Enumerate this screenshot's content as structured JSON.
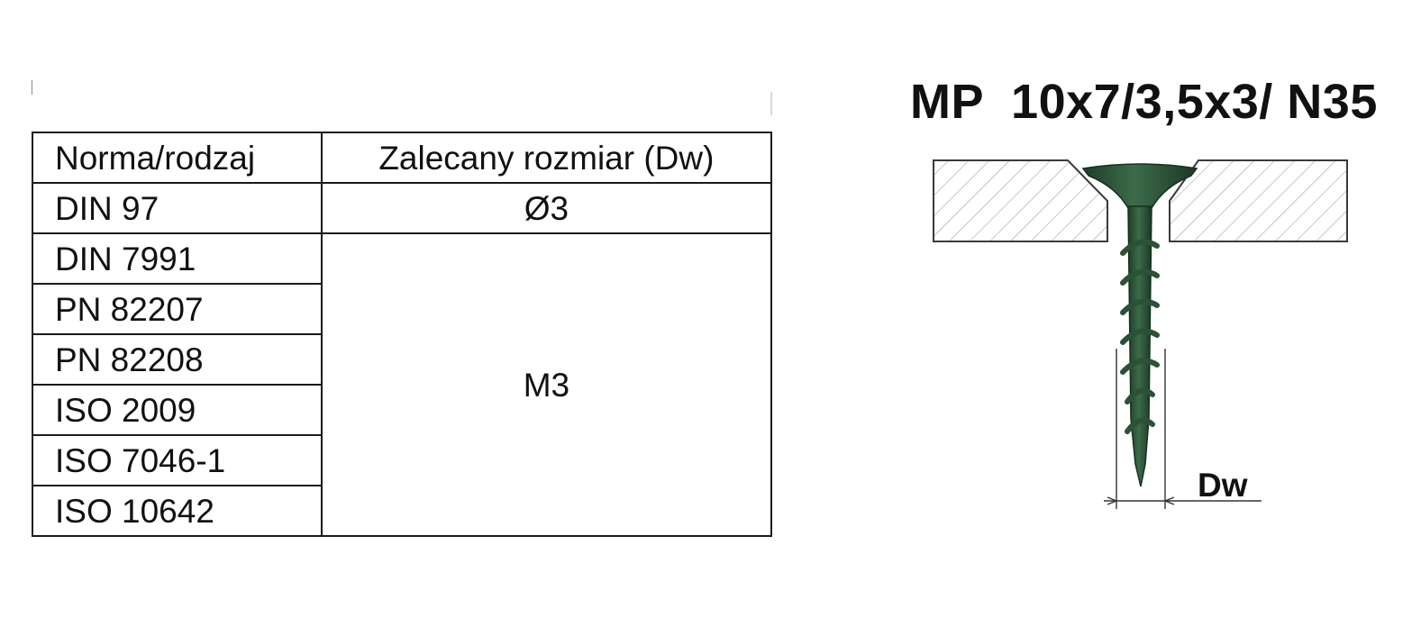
{
  "table": {
    "headers": [
      "Norma/rodzaj",
      "Zalecany rozmiar (Dw)"
    ],
    "rows": [
      {
        "norm": "DIN 97",
        "size": "Ø3"
      },
      {
        "norm": "DIN 7991",
        "size": "M3"
      },
      {
        "norm": "PN 82207",
        "size": "M3"
      },
      {
        "norm": "PN 82208",
        "size": "M3"
      },
      {
        "norm": "ISO 2009",
        "size": "M3"
      },
      {
        "norm": "ISO 7046-1",
        "size": "M3"
      },
      {
        "norm": "ISO 10642",
        "size": "M3"
      }
    ]
  },
  "diagram": {
    "title": "MP  10x7/3,5x3/ N35",
    "dimension_label": "Dw",
    "screw_color": "#2f5a3c",
    "hatch_color": "#9a9a9a"
  }
}
